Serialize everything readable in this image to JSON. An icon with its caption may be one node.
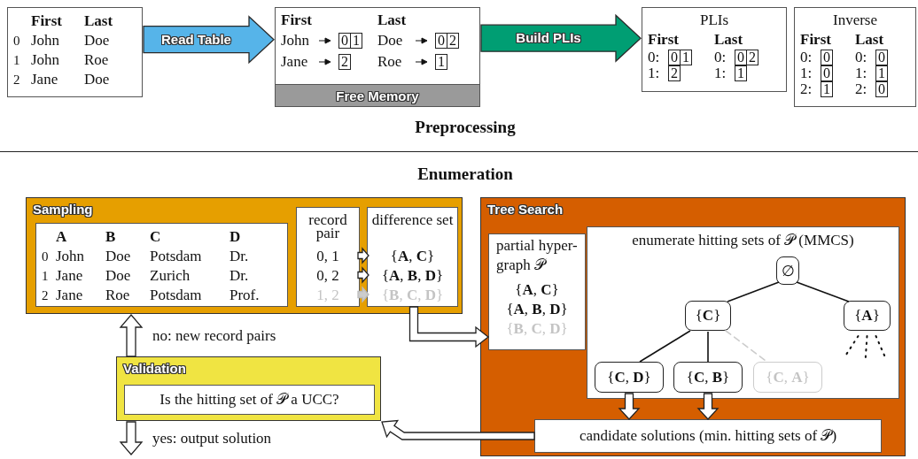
{
  "diagram": {
    "nodes": [
      {
        "text": [
          "First",
          "Last",
          "0",
          "John",
          "Doe",
          "1",
          "John",
          "Roe",
          "2",
          "Jane",
          "Doe"
        ]
      },
      {
        "text": [
          "First",
          "Last",
          "John",
          "0",
          "1",
          "Doe",
          "0",
          "2",
          "Jane",
          "2",
          "Roe",
          "1"
        ]
      },
      {
        "text": [
          "Free Memory"
        ]
      },
      {
        "text": [
          "PLIs",
          "First",
          "Last",
          "0:",
          "0",
          "1",
          "1:",
          "2",
          "0:",
          "0",
          "2",
          "1:",
          "1"
        ]
      },
      {
        "text": [
          "Inverse",
          "First",
          "Last",
          "0:",
          "0",
          "1:",
          "0",
          "2:",
          "1",
          "0:",
          "0",
          "1:",
          "1",
          "2:",
          "0"
        ]
      },
      {
        "text": [
          "Sampling"
        ]
      },
      {
        "text": [
          "A",
          "B",
          "C",
          "D",
          "0",
          "John",
          "Doe",
          "Potsdam",
          "Dr.",
          "1",
          "Jane",
          "Doe",
          "Zurich",
          "Dr.",
          "2",
          "Jane",
          "Roe",
          "Potsdam",
          "Prof."
        ],
        "in": 5
      },
      {
        "text": [
          "record pair",
          "0, 1",
          "0, 2",
          "1, 2"
        ],
        "in": 5
      },
      {
        "text": [
          "difference set",
          "{**A**, **C**}",
          "{**A**, **B**, **D**}",
          "{**B**, **C**, **D**}"
        ],
        "in": 5
      },
      {
        "text": [
          "Tree Search"
        ]
      },
      {
        "text": [
          "partial hyper-graph 𝒫",
          "{**A**, **C**}",
          "{**A**, **B**, **D**}",
          "{**B**, **C**, **D**}"
        ],
        "in": 9
      },
      {
        "text": [
          "enumerate hitting sets of 𝒫 (MMCS)"
        ],
        "in": 9
      },
      {
        "text": [
          "∅"
        ],
        "in": 11
      },
      {
        "text": [
          "{**C**}"
        ],
        "in": 11
      },
      {
        "text": [
          "{**A**}"
        ],
        "in": 11
      },
      {
        "text": [
          "{**C**, **D**}"
        ],
        "in": 11
      },
      {
        "text": [
          "{**C**, **B**}"
        ],
        "in": 11
      },
      {
        "text": [
          "{**C**, **A**}"
        ],
        "in": 11
      },
      {
        "text": [
          "candidate solutions (min. hitting sets of 𝒫)"
        ],
        "in": 9
      },
      {
        "text": [
          "Validation"
        ]
      },
      {
        "text": [
          "Is the hitting set of 𝒫 a UCC?"
        ],
        "in": 19
      }
    ],
    "edges": [
      {
        "from": 0,
        "to": 1,
        "arrow": "to",
        "label": "Read Table",
        "style": "thick",
        "color": "#56b4e9"
      },
      {
        "from": 1,
        "to": 3,
        "arrow": "to",
        "label": "Build PLIs",
        "style": "thick",
        "color": "#009e73"
      },
      {
        "from": 7,
        "to": 8,
        "arrow": "to",
        "style": "thick"
      },
      {
        "from": 7,
        "to": 8,
        "arrow": "to",
        "style": "thick"
      },
      {
        "from": 7,
        "to": 8,
        "arrow": "to",
        "style": "thick",
        "color": "#cccccc"
      },
      {
        "from": 8,
        "to": 10,
        "arrow": "to",
        "style": "thick"
      },
      {
        "from": 12,
        "to": 13,
        "arrow": "none"
      },
      {
        "from": 12,
        "to": 14,
        "arrow": "none"
      },
      {
        "from": 13,
        "to": 15,
        "arrow": "none"
      },
      {
        "from": 13,
        "to": 16,
        "arrow": "none"
      },
      {
        "from": 13,
        "to": 17,
        "arrow": "none",
        "style": "dashed",
        "color": "#cccccc"
      },
      {
        "from": 14,
        "to": null,
        "arrow": "none",
        "style": "dashed"
      },
      {
        "from": 14,
        "to": null,
        "arrow": "none",
        "style": "dashed"
      },
      {
        "from": 14,
        "to": null,
        "arrow": "none",
        "style": "dashed"
      },
      {
        "from": 15,
        "to": 18,
        "arrow": "to",
        "style": "thick"
      },
      {
        "from": 16,
        "to": 18,
        "arrow": "to",
        "style": "thick"
      },
      {
        "from": 18,
        "to": 19,
        "arrow": "to",
        "style": "thick"
      },
      {
        "from": 19,
        "to": 5,
        "arrow": "to",
        "label": "no: new record pairs",
        "style": "thick"
      },
      {
        "from": 19,
        "to": null,
        "arrow": "to",
        "label": "yes: output solution",
        "style": "thick"
      }
    ],
    "labels": [
      "Preprocessing",
      "Enumeration"
    ]
  }
}
